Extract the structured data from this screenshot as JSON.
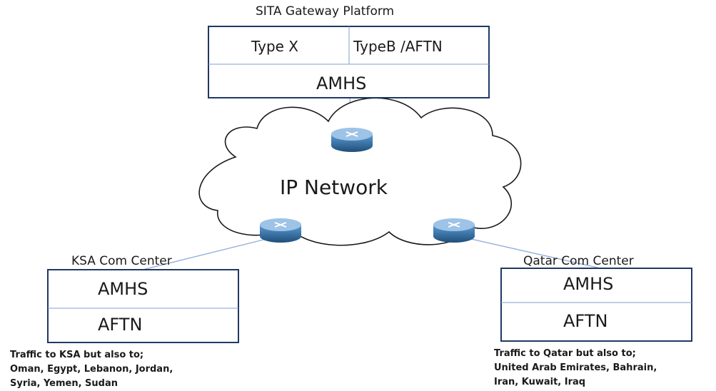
{
  "sita": {
    "title": "SITA  Gateway Platform",
    "cell_left": "Type X",
    "cell_right": "TypeB /AFTN",
    "bottom": "AMHS"
  },
  "network": {
    "label": "IP Network"
  },
  "ksa": {
    "title": "KSA Com Center",
    "top": "AMHS",
    "bottom": "AFTN",
    "note": {
      "line1": "Traffic to KSA but also to;",
      "line2": "Oman, Egypt, Lebanon, Jordan,",
      "line3": "Syria, Yemen, Sudan"
    }
  },
  "qatar": {
    "title": "Qatar Com Center",
    "top": "AMHS",
    "bottom": "AFTN",
    "note": {
      "line1": "Traffic to Qatar but also to;",
      "line2": "United Arab Emirates, Bahrain,",
      "line3": "Iran, Kuwait, Iraq"
    }
  },
  "colors": {
    "box_border": "#1f3864",
    "divider": "#7f9fcf",
    "router_body": "#2e75b6",
    "cloud_stroke": "#1a1a1a",
    "link_line": "#8eaadb"
  }
}
